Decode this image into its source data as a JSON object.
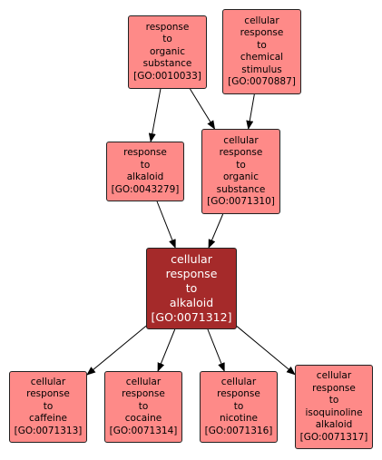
{
  "colors": {
    "node_fill": "#fe8a88",
    "focus_fill": "#a52a2a",
    "edge": "#000000"
  },
  "nodes": {
    "go0010033": {
      "lines": [
        "response",
        "to",
        "organic",
        "substance",
        "[GO:0010033]"
      ]
    },
    "go0070887": {
      "lines": [
        "cellular",
        "response",
        "to",
        "chemical",
        "stimulus",
        "[GO:0070887]"
      ]
    },
    "go0043279": {
      "lines": [
        "response",
        "to",
        "alkaloid",
        "[GO:0043279]"
      ]
    },
    "go0071310": {
      "lines": [
        "cellular",
        "response",
        "to",
        "organic",
        "substance",
        "[GO:0071310]"
      ]
    },
    "go0071312": {
      "lines": [
        "cellular",
        "response",
        "to",
        "alkaloid",
        "[GO:0071312]"
      ]
    },
    "go0071313": {
      "lines": [
        "cellular",
        "response",
        "to",
        "caffeine",
        "[GO:0071313]"
      ]
    },
    "go0071314": {
      "lines": [
        "cellular",
        "response",
        "to",
        "cocaine",
        "[GO:0071314]"
      ]
    },
    "go0071316": {
      "lines": [
        "cellular",
        "response",
        "to",
        "nicotine",
        "[GO:0071316]"
      ]
    },
    "go0071317": {
      "lines": [
        "cellular",
        "response",
        "to",
        "isoquinoline",
        "alkaloid",
        "[GO:0071317]"
      ]
    }
  },
  "edges": [
    {
      "from": "go0010033",
      "to": "go0043279"
    },
    {
      "from": "go0010033",
      "to": "go0071310"
    },
    {
      "from": "go0070887",
      "to": "go0071310"
    },
    {
      "from": "go0043279",
      "to": "go0071312"
    },
    {
      "from": "go0071310",
      "to": "go0071312"
    },
    {
      "from": "go0071312",
      "to": "go0071313"
    },
    {
      "from": "go0071312",
      "to": "go0071314"
    },
    {
      "from": "go0071312",
      "to": "go0071316"
    },
    {
      "from": "go0071312",
      "to": "go0071317"
    }
  ]
}
